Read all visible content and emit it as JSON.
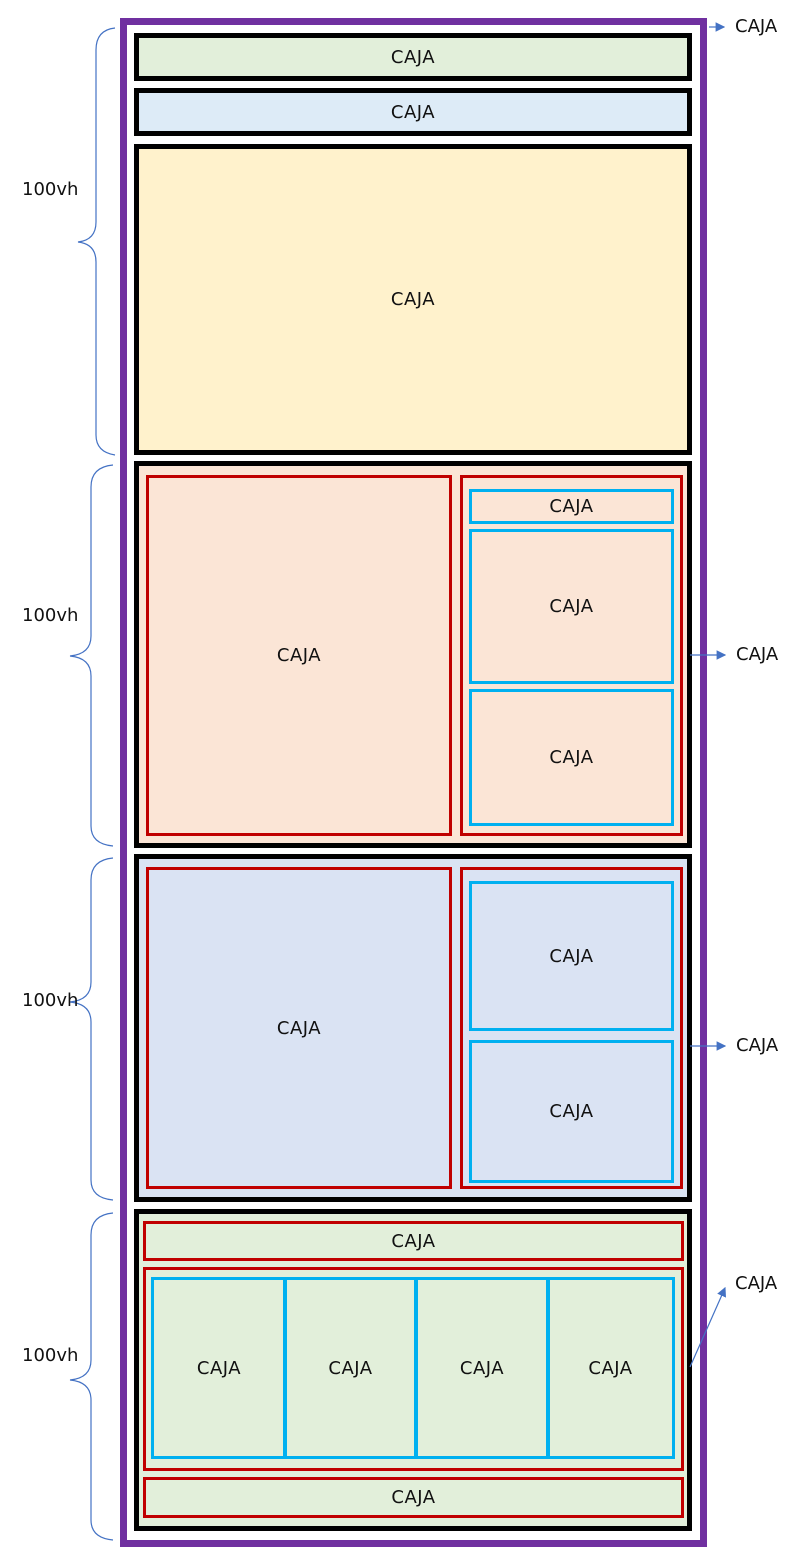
{
  "diagram": {
    "box_label": "CAJA",
    "outer_label": "CAJA",
    "section_height_label": "100vh",
    "colors": {
      "outer_border": "#7030A0",
      "section_border": "#000000",
      "column_border": "#C00000",
      "inner_border": "#00B0F0",
      "arrow": "#4472C4",
      "green_fill": "#E2EFDA",
      "blue_fill": "#DDEBF7",
      "yellow_fill": "#FFF2CC",
      "peach_fill": "#FBE5D6",
      "lavender_fill": "#DAE3F3"
    },
    "sections": [
      {
        "id": "header",
        "label": "CAJA",
        "fill": "#E2EFDA"
      },
      {
        "id": "nav",
        "label": "CAJA",
        "fill": "#DDEBF7"
      },
      {
        "id": "hero",
        "label": "CAJA",
        "fill": "#FFF2CC"
      },
      {
        "id": "section-a",
        "fill": "#FBE5D6",
        "side_label": "CAJA",
        "left": "CAJA",
        "right": [
          "CAJA",
          "CAJA",
          "CAJA"
        ]
      },
      {
        "id": "section-b",
        "fill": "#DAE3F3",
        "side_label": "CAJA",
        "left": "CAJA",
        "right": [
          "CAJA",
          "CAJA"
        ]
      },
      {
        "id": "section-c",
        "fill": "#E2EFDA",
        "side_label": "CAJA",
        "top": "CAJA",
        "cards": [
          "CAJA",
          "CAJA",
          "CAJA",
          "CAJA"
        ],
        "bottom": "CAJA"
      }
    ],
    "braces": [
      "100vh",
      "100vh",
      "100vh",
      "100vh"
    ]
  }
}
